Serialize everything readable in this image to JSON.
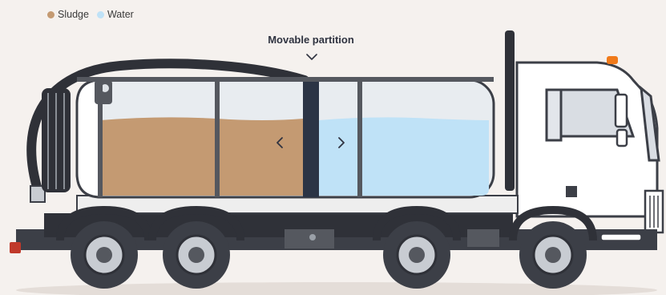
{
  "legend": {
    "items": [
      {
        "label": "Sludge",
        "color": "#c49a72"
      },
      {
        "label": "Water",
        "color": "#bfe2f7"
      }
    ]
  },
  "callout": {
    "label": "Movable partition",
    "icon": "chevron-down-icon"
  },
  "arrows": {
    "left_icon": "chevron-left-icon",
    "right_icon": "chevron-right-icon"
  },
  "colors": {
    "background": "#f5f1ee",
    "sludge": "#c49a72",
    "water": "#bfe2f7",
    "truck_dark": "#3c3f47",
    "truck_body": "#ffffff",
    "beacon": "#f07a1a"
  }
}
